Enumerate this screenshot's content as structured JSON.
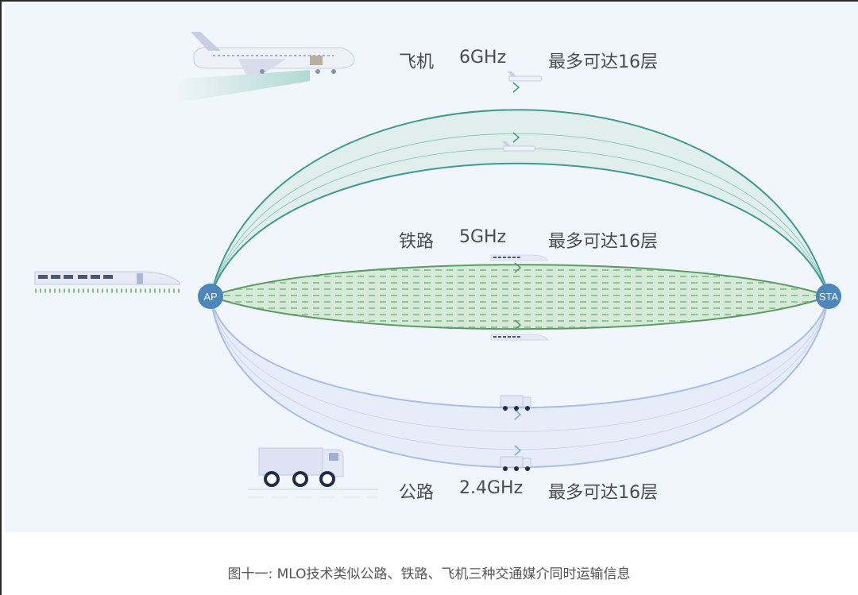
{
  "bands": [
    {
      "name": "飞机",
      "freq": "6GHz",
      "layers": "最多可达16层",
      "color": "#3f9a8f"
    },
    {
      "name": "铁路",
      "freq": "5GHz",
      "layers": "最多可达16层",
      "color": "#6aa877"
    },
    {
      "name": "公路",
      "freq": "2.4GHz",
      "layers": "最多可达16层",
      "color": "#a9bde6"
    }
  ],
  "nodes": {
    "ap": "AP",
    "sta": "STA"
  },
  "icons": [
    "airplane-icon",
    "train-icon",
    "truck-icon"
  ],
  "caption": "图十一: MLO技术类似公路、铁路、飞机三种交通媒介同时运输信息"
}
